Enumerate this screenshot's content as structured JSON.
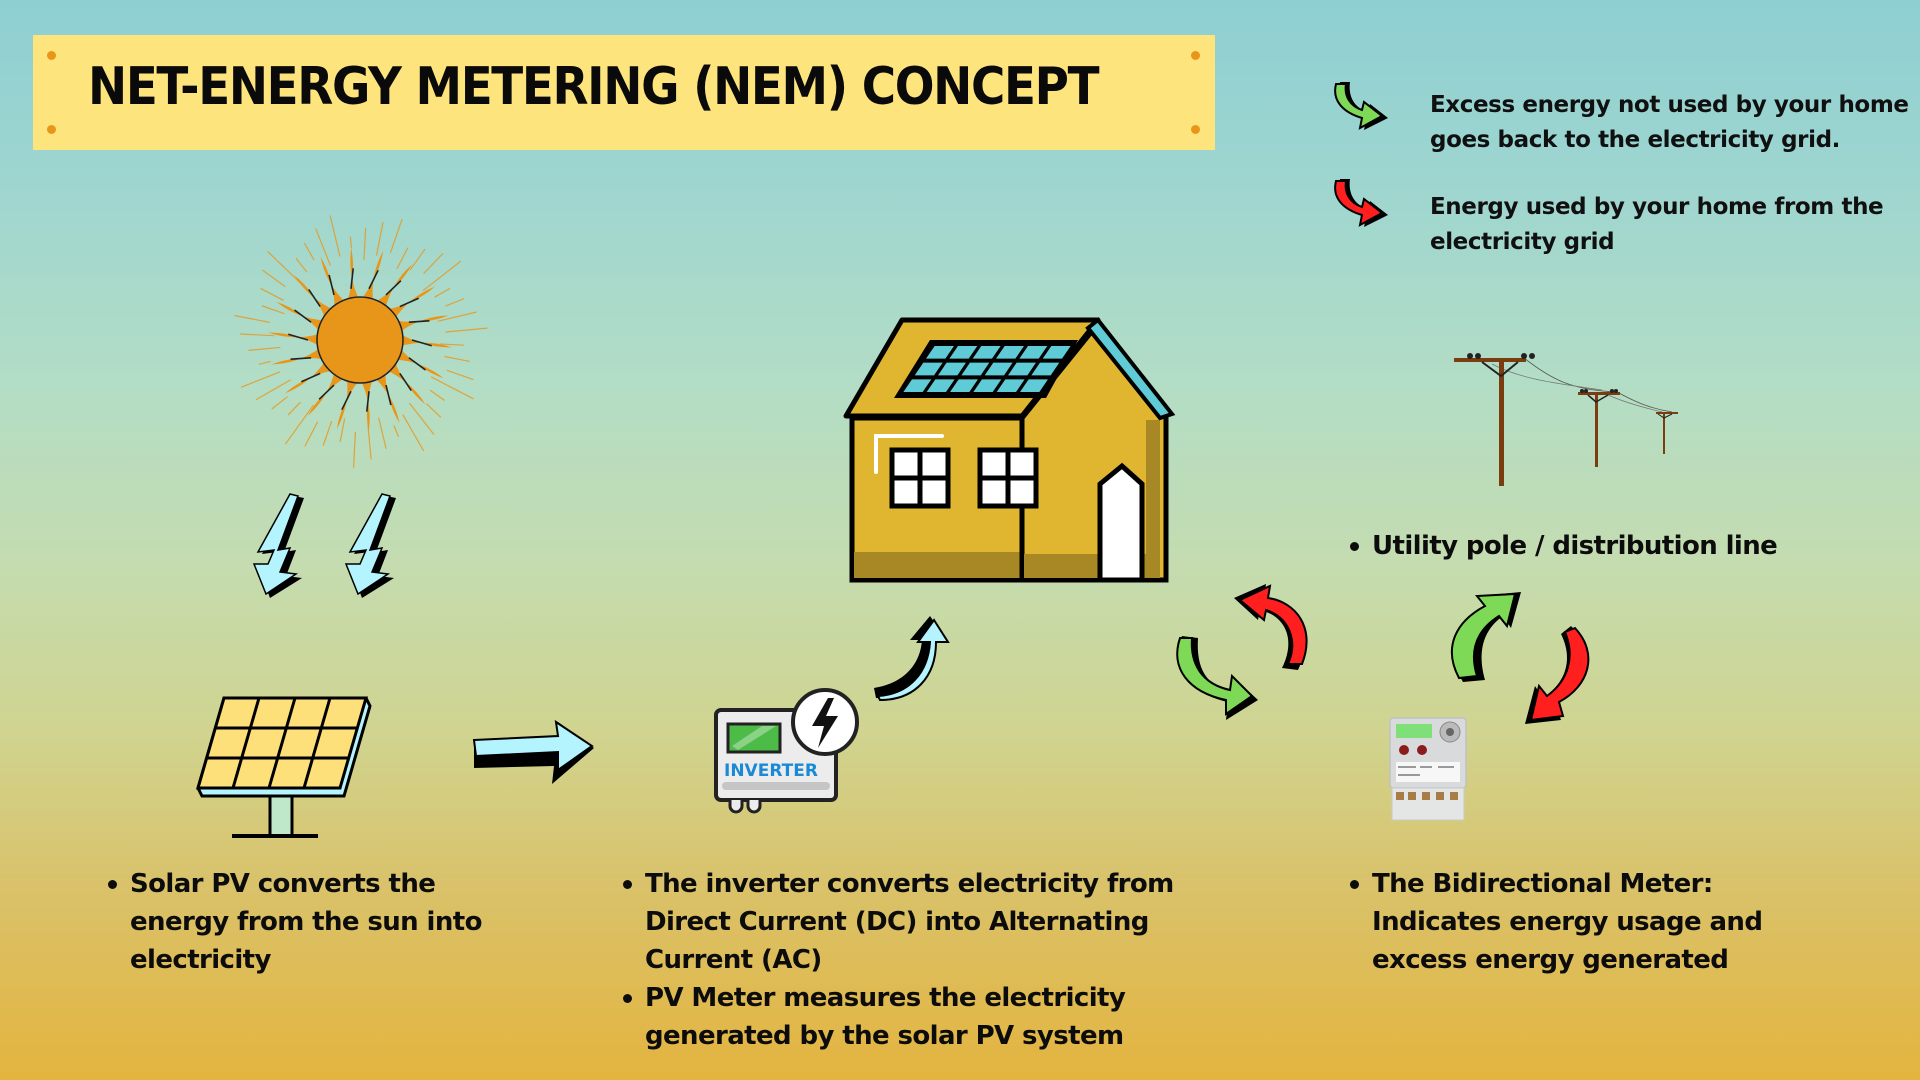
{
  "title": "NET-ENERGY METERING (NEM) CONCEPT",
  "legend": {
    "items": [
      {
        "icon": "green-curved-arrow-icon",
        "color": "#7ed957",
        "text_line1": "Excess energy not used by your home",
        "text_line2": "goes back to the electricity grid."
      },
      {
        "icon": "red-curved-arrow-icon",
        "color": "#ff1f1f",
        "text_line1": "Energy used by your home from the",
        "text_line2": "electricity grid"
      }
    ]
  },
  "components": {
    "sun": {
      "icon": "sun-icon"
    },
    "sunlight": {
      "icon": "lightning-bolt-icon",
      "count": 2
    },
    "solar_panel": {
      "icon": "solar-panel-icon"
    },
    "inverter": {
      "icon": "inverter-icon",
      "label": "INVERTER"
    },
    "house": {
      "icon": "house-with-solar-roof-icon"
    },
    "utility_pole": {
      "icon": "utility-pole-icon"
    },
    "meter": {
      "icon": "bidirectional-meter-icon"
    }
  },
  "descriptions": {
    "solar": [
      "Solar PV converts the energy from the sun into electricity"
    ],
    "inverter": [
      "The inverter converts electricity from Direct Current (DC) into Alternating Current (AC)",
      "PV Meter measures the electricity generated by the solar PV system"
    ],
    "meter": [
      "The Bidirectional Meter: Indicates energy usage and excess energy generated"
    ],
    "utility": [
      "Utility pole / distribution line"
    ]
  },
  "colors": {
    "banner": "#fde47c",
    "banner_dots": "#e8961a",
    "green_arrow": "#7ed957",
    "red_arrow": "#ff1f1f",
    "blue_arrow": "#b3f4ff",
    "sun": "#e8961a",
    "house": "#e0b52f"
  }
}
